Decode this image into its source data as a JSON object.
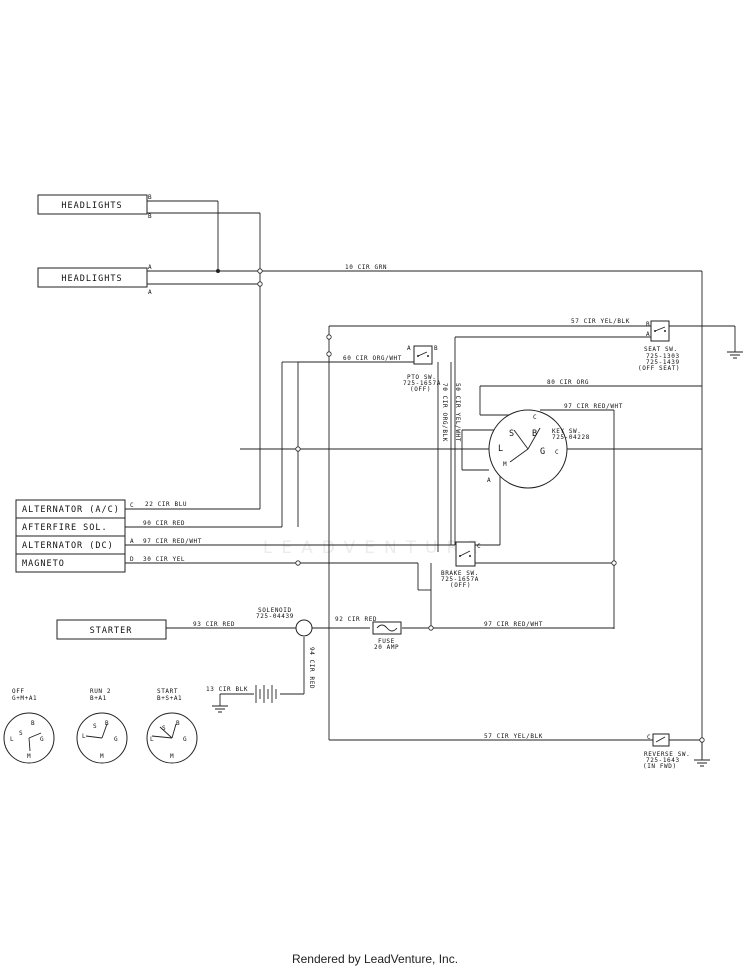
{
  "components": {
    "headlights_1": "HEADLIGHTS",
    "headlights_2": "HEADLIGHTS",
    "alternator_ac": "ALTERNATOR (A/C)",
    "afterfire_sol": "AFTERFIRE SOL.",
    "alternator_dc": "ALTERNATOR (DC)",
    "magneto": "MAGNETO",
    "starter": "STARTER"
  },
  "wires": {
    "w10": "10 CIR GRN",
    "w57a": "57 CIR YEL/BLK",
    "w60": "60 CIR ORG/WHT",
    "w80": "80 CIR ORG",
    "w97a": "97 CIR RED/WHT",
    "w22": "22 CIR BLU",
    "w90": "90 CIR RED",
    "w97b": "97 CIR RED/WHT",
    "w30": "30 CIR YEL",
    "w93": "93 CIR RED",
    "w92": "92 CIR RED",
    "w97c": "97 CIR RED/WHT",
    "w13": "13 CIR BLK",
    "w57b": "57 CIR YEL/BLK",
    "w94": "94 CIR RED",
    "w50": "50 CIR YEL/WHT",
    "w70": "70 CIR ORG/BLK"
  },
  "switches": {
    "seat": {
      "name": "SEAT SW.",
      "part1": "725-1303",
      "part2": "725-1439",
      "state": "(OFF SEAT)"
    },
    "pto": {
      "name": "PTO SW.",
      "part": "725-1657A",
      "state": "(OFF)"
    },
    "key": {
      "name": "KEY SW.",
      "part": "725-04228"
    },
    "brake": {
      "name": "BRAKE SW.",
      "part": "725-1657A",
      "state": "(OFF)"
    },
    "solenoid": {
      "name": "SOLENOID",
      "part": "725-04439"
    },
    "fuse": {
      "name": "FUSE",
      "rating": "20 AMP"
    },
    "reverse": {
      "name": "REVERSE SW.",
      "part": "725-1643",
      "state": "(IN FWD)"
    }
  },
  "key_positions": [
    {
      "label": "OFF",
      "circuit": "G+M+A1"
    },
    {
      "label": "RUN 2",
      "circuit": "B+A1"
    },
    {
      "label": "START",
      "circuit": "B+S+A1"
    }
  ],
  "terminals": {
    "a": "A",
    "b": "B",
    "c": "C",
    "d": "D",
    "s": "S",
    "l": "L",
    "g": "G",
    "m": "M"
  },
  "watermark": "LEADVENTURE",
  "footer": "Rendered by LeadVenture, Inc."
}
